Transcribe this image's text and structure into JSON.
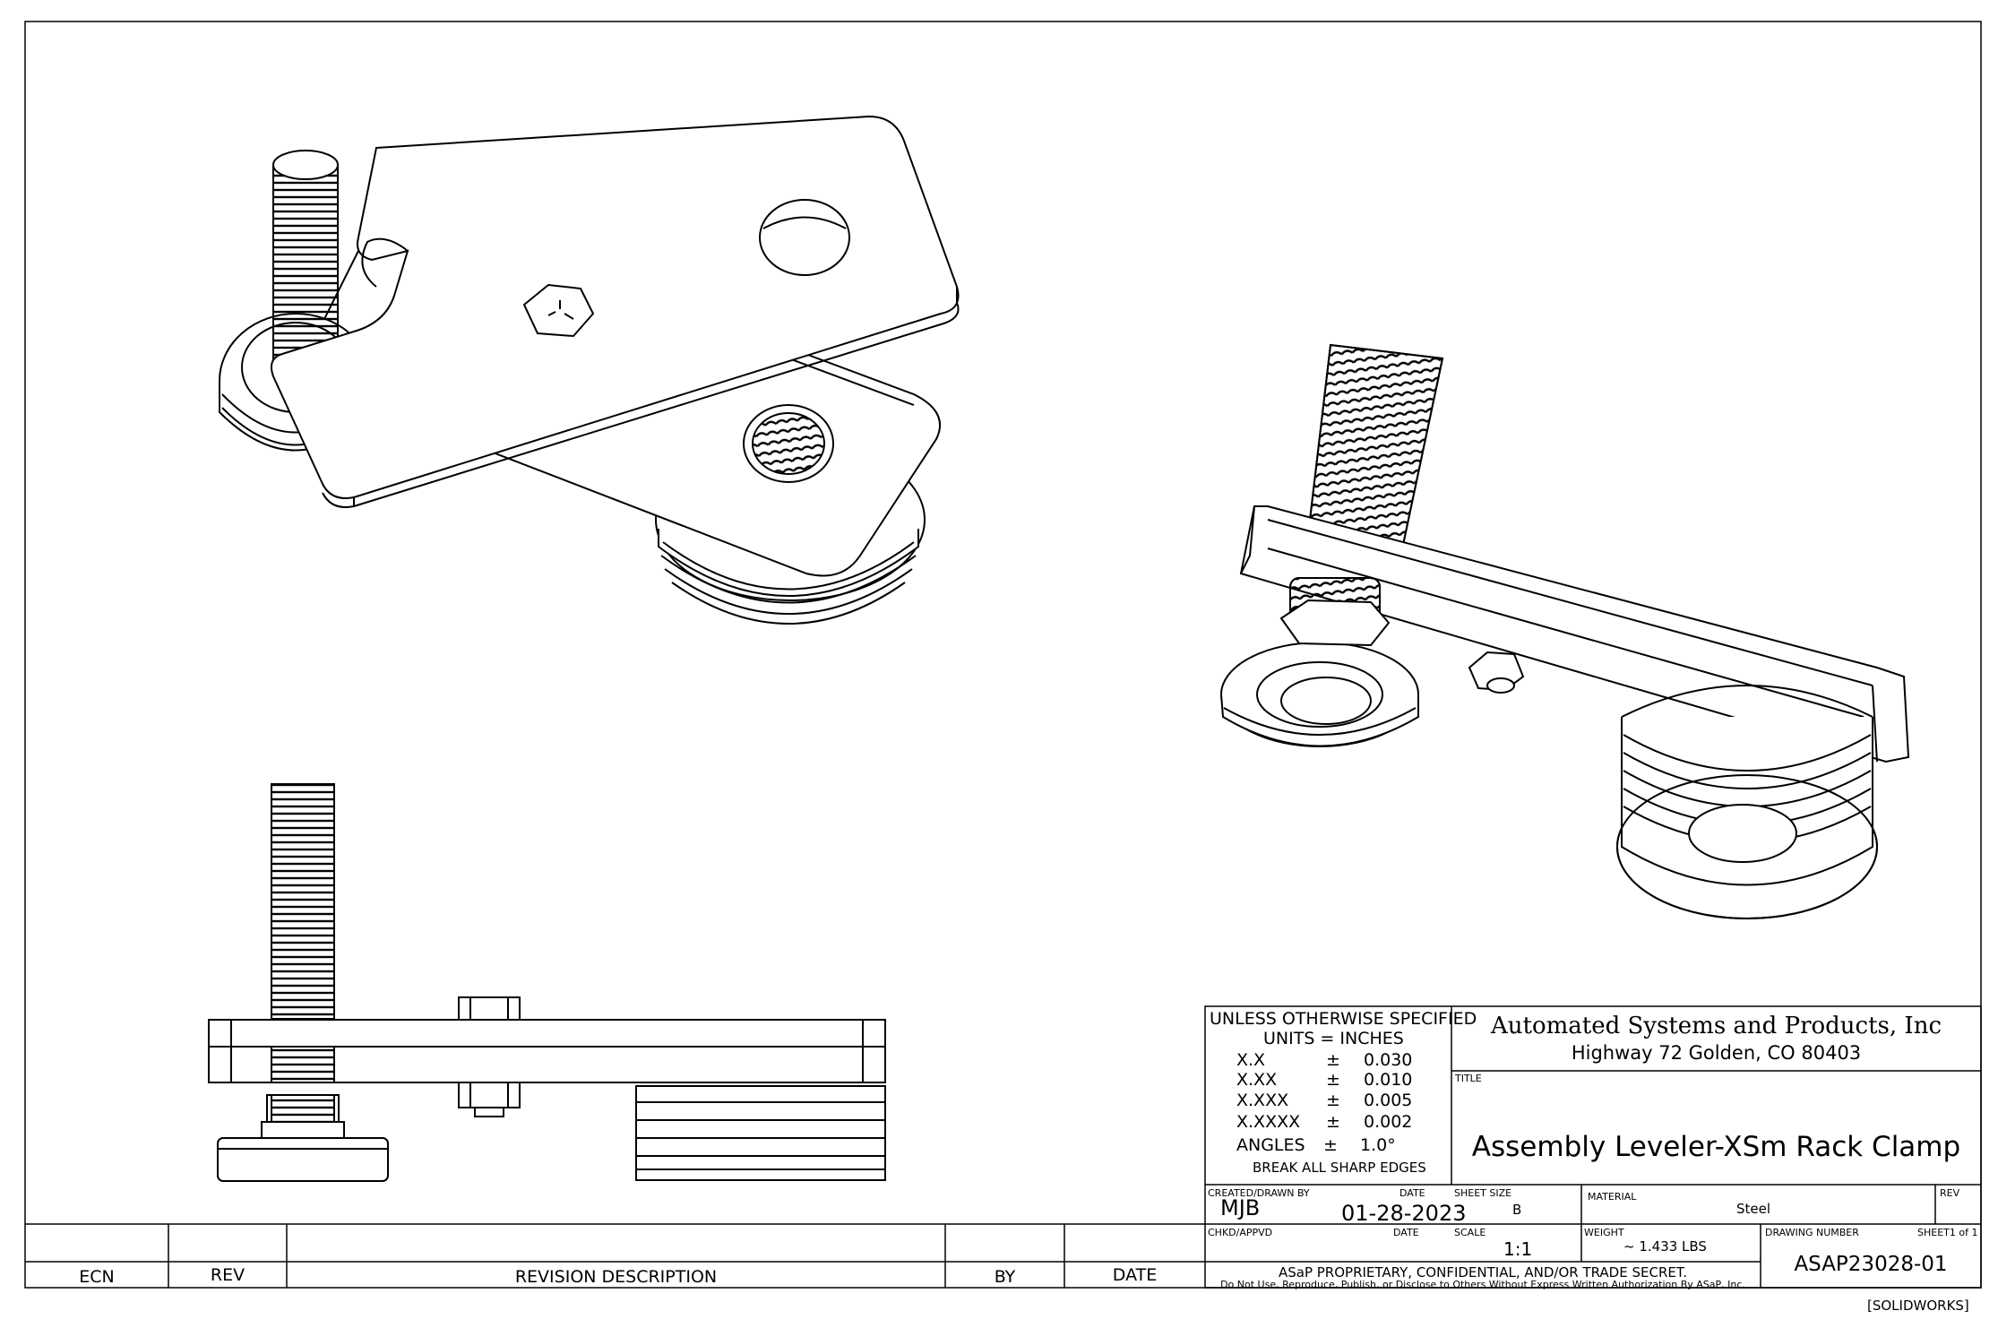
{
  "title_block": {
    "tolerance": {
      "header_line1": "UNLESS OTHERWISE SPECIFIED",
      "header_line2": "UNITS  =  INCHES",
      "rows": [
        {
          "label": "X.X",
          "sym": "±",
          "value": "0.030"
        },
        {
          "label": "X.XX",
          "sym": "±",
          "value": "0.010"
        },
        {
          "label": "X.XXX",
          "sym": "±",
          "value": "0.005"
        },
        {
          "label": "X.XXXX",
          "sym": "±",
          "value": "0.002"
        },
        {
          "label": "ANGLES",
          "sym": "±",
          "value": "1.0°"
        }
      ],
      "note": "BREAK ALL SHARP EDGES"
    },
    "company": {
      "name": "Automated Systems and Products, Inc",
      "address": "Highway 72 Golden, CO  80403"
    },
    "title_label": "TITLE",
    "title": "Assembly Leveler-XSm Rack Clamp",
    "created_by_label": "CREATED/DRAWN BY",
    "created_by": "MJB",
    "date_label": "DATE",
    "date": "01-28-2023",
    "sheet_size_label": "SHEET SIZE",
    "sheet_size": "B",
    "material_label": "MATERIAL",
    "material": "Steel",
    "rev_label": "REV",
    "chkd_label": "CHKD/APPVD",
    "date2_label": "DATE",
    "scale_label": "SCALE",
    "scale": "1:1",
    "weight_label": "WEIGHT",
    "weight": "~ 1.433 LBS",
    "drawing_number_label": "DRAWING NUMBER",
    "sheet_label": "SHEET1 of 1",
    "drawing_number": "ASAP23028-01",
    "proprietary": "ASaP PROPRIETARY, CONFIDENTIAL, AND/OR TRADE SECRET.",
    "disclaimer": "Do Not Use, Reproduce, Publish, or Disclose to Others Without Express Written Authorization By ASaP, Inc."
  },
  "revision_table": {
    "headers": {
      "ecn": "ECN",
      "rev": "REV",
      "description": "REVISION DESCRIPTION",
      "by": "BY",
      "date": "DATE"
    }
  },
  "footer": "[SOLIDWORKS]"
}
